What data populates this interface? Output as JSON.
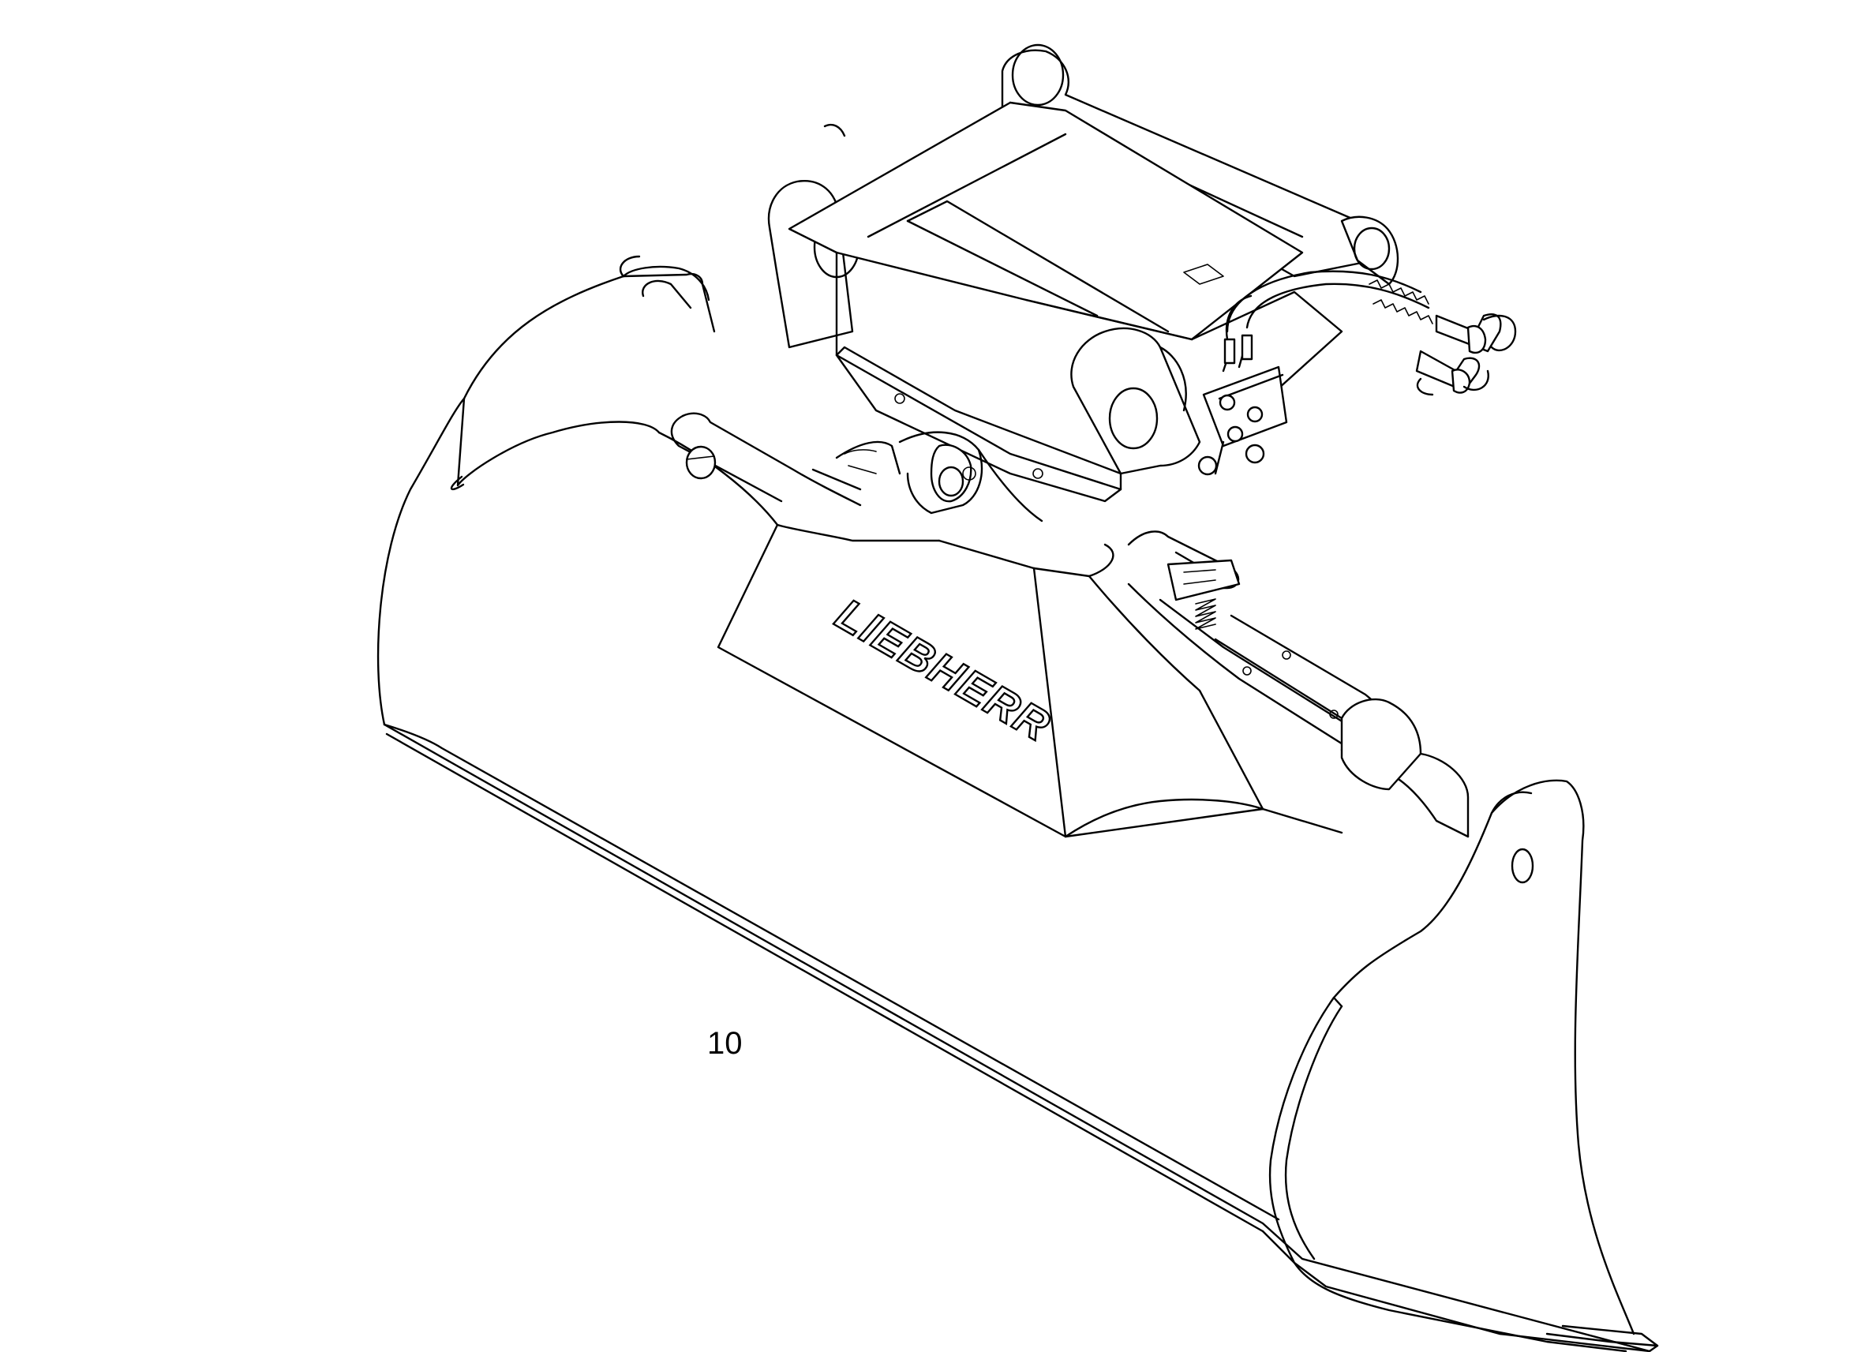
{
  "figure": {
    "callout_label": "10",
    "logo_text": "LIEBHERR"
  },
  "icons": {
    "logo": "brand-logo-wordmark"
  },
  "colors": {
    "line": "#000000",
    "background": "#ffffff"
  }
}
